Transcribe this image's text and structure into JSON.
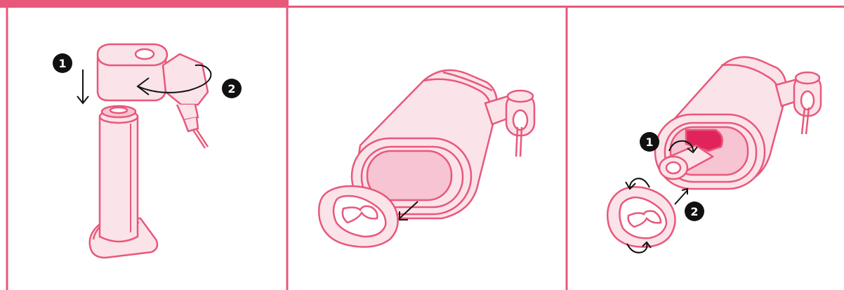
{
  "colors": {
    "accent": "#e8587a",
    "fill_light": "#fbe3ea",
    "fill_mid": "#f6c4d2",
    "highlight": "#e0245b",
    "ink": "#111111",
    "white": "#ffffff"
  },
  "panels": [
    {
      "steps": [
        {
          "number": "1",
          "icon": "arrow-down-icon"
        },
        {
          "number": "2",
          "icon": "rotate-arrow-icon"
        }
      ]
    },
    {
      "steps": [],
      "arrow": "arrow-down-left-icon"
    },
    {
      "steps": [
        {
          "number": "1",
          "icon": "curved-arrow-icon"
        },
        {
          "number": "2",
          "icon": "arrow-up-right-icon"
        }
      ]
    }
  ]
}
